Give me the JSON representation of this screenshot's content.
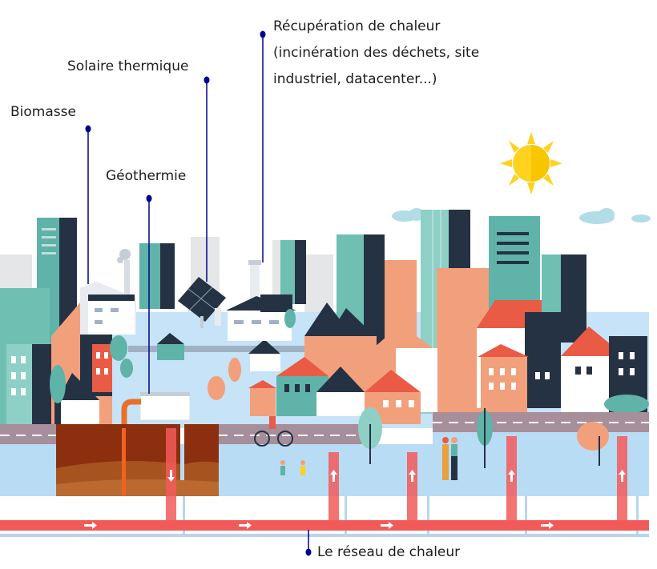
{
  "labels": {
    "recuperation_line1": "Récupération de chaleur",
    "recuperation_line2": "(incinération des déchets, site",
    "recuperation_line3": "industriel, datacenter...)",
    "solaire": "Solaire thermique",
    "biomasse": "Biomasse",
    "geothermie": "Géothermie",
    "reseau": "Le réseau de chaleur"
  },
  "colors": {
    "callout": "#000091",
    "pipe_hot": "#f25a5a",
    "pipe_return": "#b8d4f2",
    "ground": "#b9dcf5",
    "road": "#a68e9b",
    "soil_dark": "#8b2f0f",
    "soil_mid": "#a6531f",
    "soil_light": "#b86a30",
    "sun": "#ffd21f",
    "navy": "#253244",
    "teal": "#5fb3a8",
    "salmon": "#f2a07b",
    "red_roof": "#e95b45"
  }
}
